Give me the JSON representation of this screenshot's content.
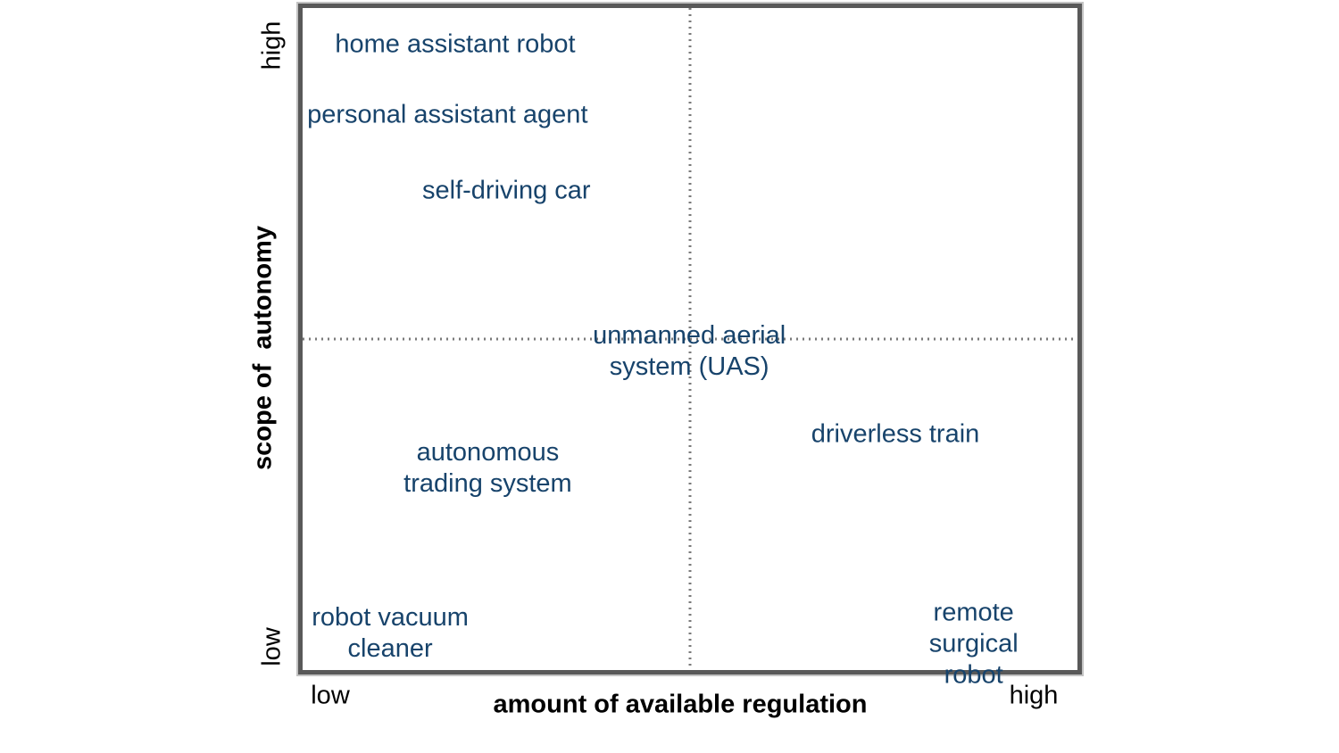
{
  "chart_data": {
    "type": "scatter",
    "title": "",
    "xlabel": "amount of available regulation",
    "ylabel": "scope of autonomy",
    "x_ticks": [
      "low",
      "high"
    ],
    "y_ticks": [
      "low",
      "high"
    ],
    "xlim": [
      0,
      1
    ],
    "ylim": [
      0,
      1
    ],
    "grid": "center dotted quadrant dividers at x=0.5 and y=0.5",
    "legend": "none",
    "items": [
      {
        "label": "home assistant robot",
        "x": 0.197,
        "y": 0.945
      },
      {
        "label": "personal assistant agent",
        "x": 0.187,
        "y": 0.838
      },
      {
        "label": "self-driving car",
        "x": 0.263,
        "y": 0.724
      },
      {
        "label": "unmanned aerial\nsystem (UAS)",
        "x": 0.499,
        "y": 0.481
      },
      {
        "label": "driverless train",
        "x": 0.765,
        "y": 0.356
      },
      {
        "label": "autonomous\ntrading system",
        "x": 0.239,
        "y": 0.304
      },
      {
        "label": "robot vacuum\ncleaner",
        "x": 0.113,
        "y": 0.055
      },
      {
        "label": "remote surgical\nrobot",
        "x": 0.866,
        "y": 0.039
      }
    ]
  },
  "axes": {
    "x_title": "amount of available regulation",
    "x_low": "low",
    "x_high": "high",
    "y_title": "scope of  autonomy",
    "y_low": "low",
    "y_high": "high"
  },
  "colors": {
    "item_text": "#17436b",
    "axis_text": "#000000",
    "box_border": "#595959",
    "box_outline": "#c3c3c3",
    "divider": "#7a7a7a",
    "background": "#ffffff"
  }
}
